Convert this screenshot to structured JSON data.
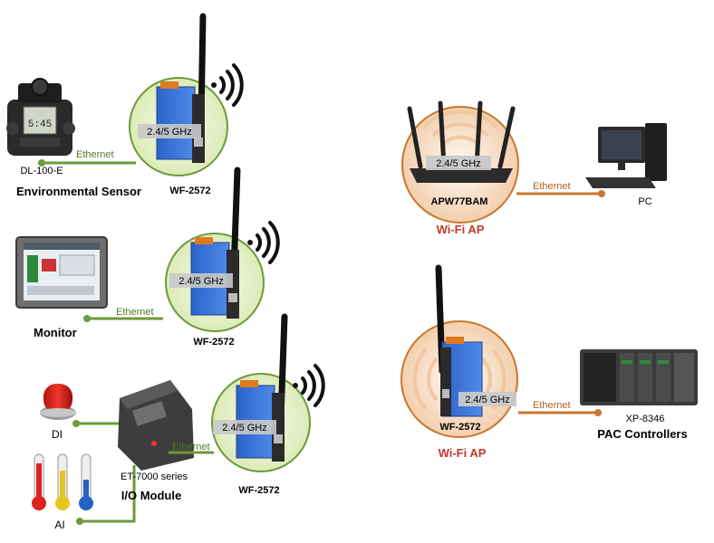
{
  "colors": {
    "green_circle": "#e8f2cf",
    "green_line": "#6c9a3a",
    "orange_circle": "#f6dcc6",
    "orange_line": "#c9762f",
    "wifi_ap_title": "#c0392b",
    "freq_bg": "#c9c9c9"
  },
  "left": {
    "group1": {
      "device": "DL-100-E",
      "category": "Environmental Sensor",
      "link": "Ethernet",
      "freq": "2.4/5 GHz",
      "gateway": "WF-2572"
    },
    "group2": {
      "category": "Monitor",
      "link": "Ethernet",
      "freq": "2.4/5 GHz",
      "gateway": "WF-2572"
    },
    "group3": {
      "di": "DI",
      "ai": "AI",
      "device": "ET-7000 series",
      "category": "I/O Module",
      "link": "Ethernet",
      "freq": "2.4/5 GHz",
      "gateway": "WF-2572"
    }
  },
  "right": {
    "ap1": {
      "freq": "2.4/5 GHz",
      "model": "APW77BAM",
      "title": "Wi-Fi AP",
      "link": "Ethernet",
      "client": "PC"
    },
    "ap2": {
      "freq": "2.4/5 GHz",
      "model": "WF-2572",
      "title": "Wi-Fi AP",
      "link": "Ethernet",
      "client": "XP-8346",
      "client_category": "PAC Controllers"
    }
  }
}
